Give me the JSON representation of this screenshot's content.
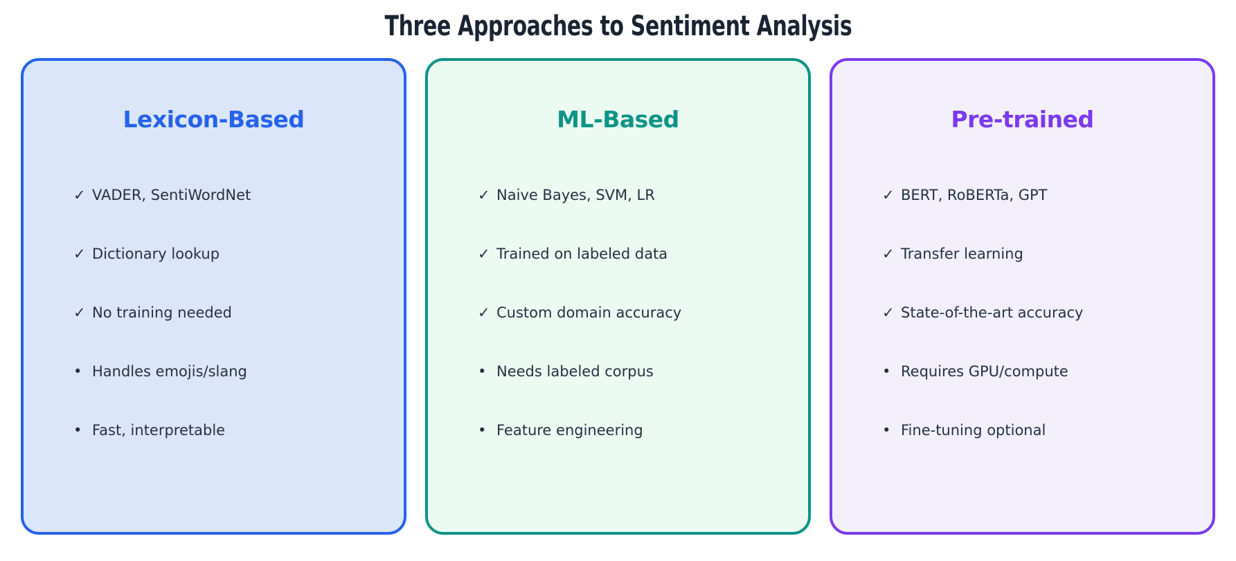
{
  "page": {
    "title": "Three Approaches to Sentiment Analysis",
    "background": "#ffffff",
    "title_color": "#1a2433",
    "item_text_color": "#243142"
  },
  "cards": [
    {
      "heading": "Lexicon-Based",
      "colors": {
        "border": "#2563eb",
        "background": "#dbe6fb",
        "heading": "#2563eb"
      },
      "items": [
        {
          "bullet": "✓",
          "text": "VADER, SentiWordNet"
        },
        {
          "bullet": "✓",
          "text": "Dictionary lookup"
        },
        {
          "bullet": "✓",
          "text": "No training needed"
        },
        {
          "bullet": "•",
          "text": "Handles emojis/slang"
        },
        {
          "bullet": "•",
          "text": "Fast, interpretable"
        }
      ]
    },
    {
      "heading": "ML-Based",
      "colors": {
        "border": "#0d9488",
        "background": "#ecfbf2",
        "heading": "#0d9488"
      },
      "items": [
        {
          "bullet": "✓",
          "text": "Naive Bayes, SVM, LR"
        },
        {
          "bullet": "✓",
          "text": "Trained on labeled data"
        },
        {
          "bullet": "✓",
          "text": "Custom domain accuracy"
        },
        {
          "bullet": "•",
          "text": "Needs labeled corpus"
        },
        {
          "bullet": "•",
          "text": "Feature engineering"
        }
      ]
    },
    {
      "heading": "Pre-trained",
      "colors": {
        "border": "#7c3aed",
        "background": "#f3f0fb",
        "heading": "#7c3aed"
      },
      "items": [
        {
          "bullet": "✓",
          "text": "BERT, RoBERTa, GPT"
        },
        {
          "bullet": "✓",
          "text": "Transfer learning"
        },
        {
          "bullet": "✓",
          "text": "State-of-the-art accuracy"
        },
        {
          "bullet": "•",
          "text": "Requires GPU/compute"
        },
        {
          "bullet": "•",
          "text": "Fine-tuning optional"
        }
      ]
    }
  ]
}
